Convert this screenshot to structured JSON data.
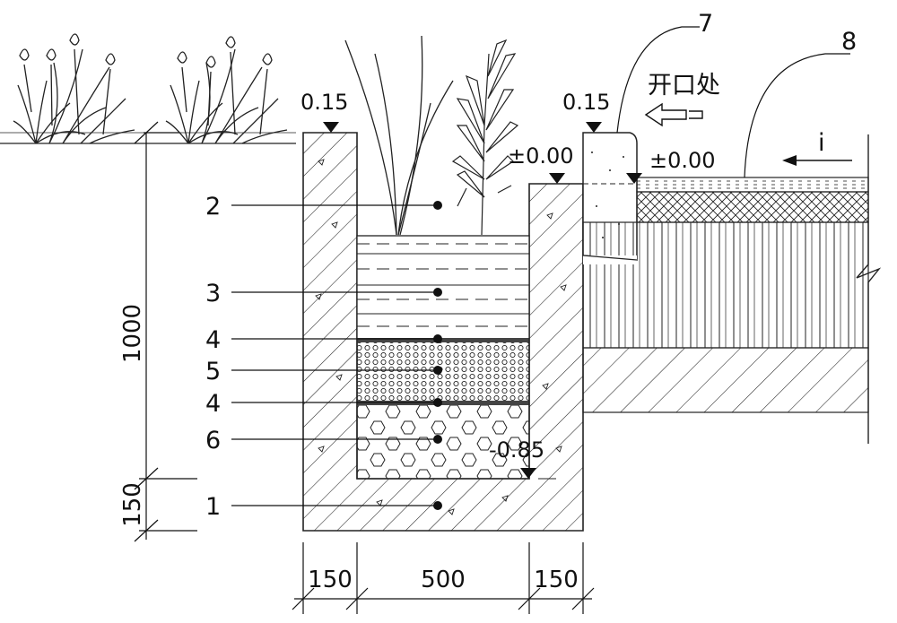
{
  "levels": {
    "wall_top_left": "0.15",
    "curb_top": "0.15",
    "ground_left": "±0.00",
    "ground_right": "±0.00",
    "bottom": "-0.85"
  },
  "dimensions": {
    "height_total": "1000",
    "height_base": "150",
    "width_wall_left": "150",
    "width_trench": "500",
    "width_wall_right": "150"
  },
  "labels": {
    "layer_1": "1",
    "layer_2": "2",
    "layer_3": "3",
    "layer_4a": "4",
    "layer_5": "5",
    "layer_4b": "4",
    "layer_6": "6",
    "curb_opening": "7",
    "pavement": "8"
  },
  "annotations": {
    "opening_text": "开口处",
    "slope_symbol": "i"
  },
  "colors": {
    "line": "#111111",
    "hatch": "#222222",
    "background": "#ffffff"
  },
  "icons": [
    "plant-icon",
    "reed-icon",
    "flowering-plant-icon",
    "flow-arrow-icon",
    "slope-arrow-icon",
    "elevation-marker-icon"
  ]
}
